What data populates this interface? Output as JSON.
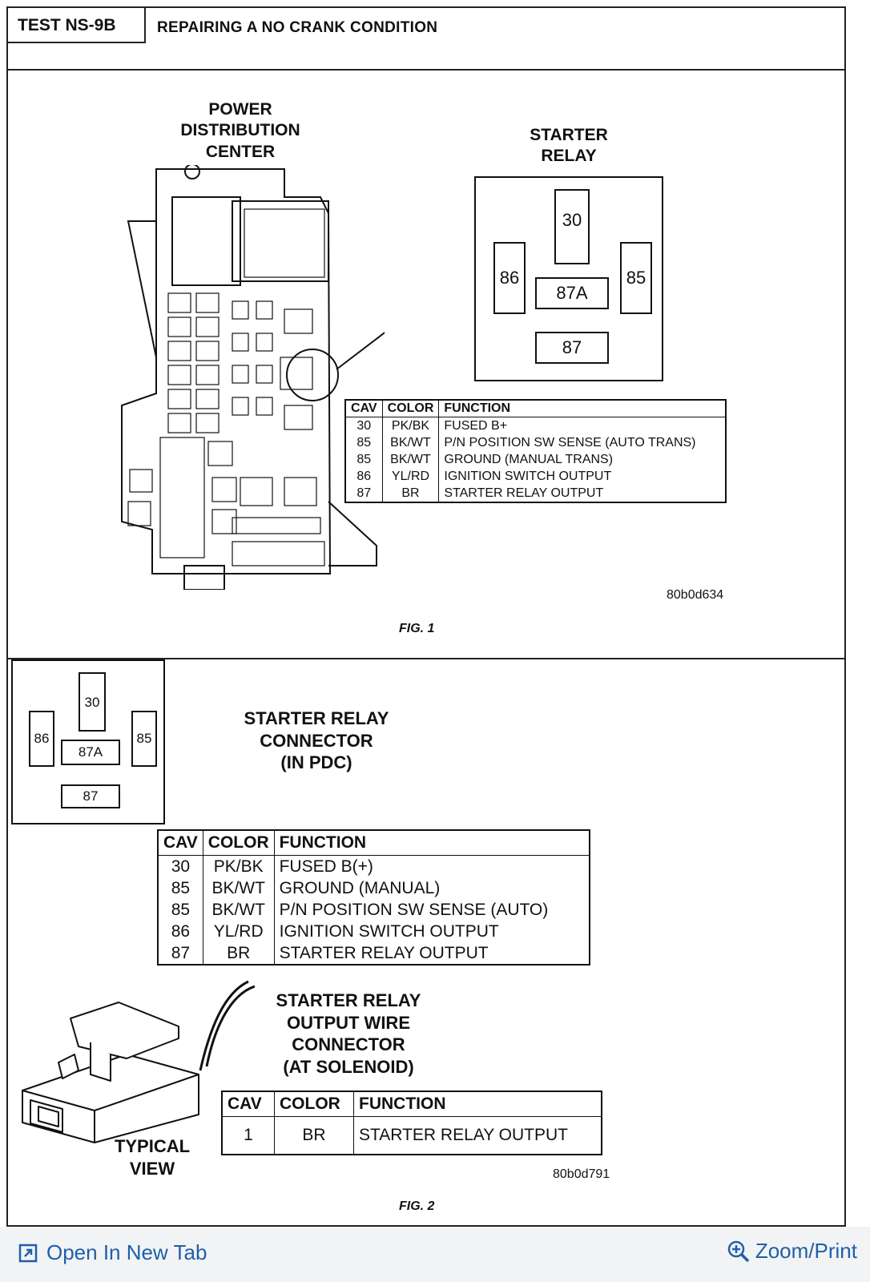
{
  "header": {
    "test_id": "TEST NS-9B",
    "title": "REPAIRING A NO CRANK CONDITION"
  },
  "fig1": {
    "pdc_label_1": "POWER",
    "pdc_label_2": "DISTRIBUTION",
    "pdc_label_3": "CENTER",
    "relay_label_1": "STARTER",
    "relay_label_2": "RELAY",
    "pins": {
      "p30": "30",
      "p86": "86",
      "p85": "85",
      "p87a": "87A",
      "p87": "87"
    },
    "table": {
      "headers": [
        "CAV",
        "COLOR",
        "FUNCTION"
      ],
      "rows": [
        {
          "cav": "30",
          "color": "PK/BK",
          "function": "FUSED B+"
        },
        {
          "cav": "85",
          "color": "BK/WT",
          "function": "P/N POSITION SW SENSE (AUTO TRANS)"
        },
        {
          "cav": "85",
          "color": "BK/WT",
          "function": "GROUND (MANUAL TRANS)"
        },
        {
          "cav": "86",
          "color": "YL/RD",
          "function": "IGNITION SWITCH OUTPUT"
        },
        {
          "cav": "87",
          "color": "BR",
          "function": "STARTER RELAY OUTPUT"
        }
      ]
    },
    "image_code": "80b0d634",
    "caption": "FIG. 1"
  },
  "fig2": {
    "connector_label_1": "STARTER RELAY",
    "connector_label_2": "CONNECTOR",
    "connector_label_3": "(IN PDC)",
    "pins": {
      "p30": "30",
      "p86": "86",
      "p85": "85",
      "p87a": "87A",
      "p87": "87"
    },
    "table": {
      "headers": [
        "CAV",
        "COLOR",
        "FUNCTION"
      ],
      "rows": [
        {
          "cav": "30",
          "color": "PK/BK",
          "function": "FUSED B(+)"
        },
        {
          "cav": "85",
          "color": "BK/WT",
          "function": "GROUND (MANUAL)"
        },
        {
          "cav": "85",
          "color": "BK/WT",
          "function": "P/N POSITION SW SENSE (AUTO)"
        },
        {
          "cav": "86",
          "color": "YL/RD",
          "function": "IGNITION SWITCH OUTPUT"
        },
        {
          "cav": "87",
          "color": "BR",
          "function": "STARTER RELAY OUTPUT"
        }
      ]
    },
    "output_label_1": "STARTER RELAY",
    "output_label_2": "OUTPUT WIRE",
    "output_label_3": "CONNECTOR",
    "output_label_4": "(AT SOLENOID)",
    "typical_1": "TYPICAL",
    "typical_2": "VIEW",
    "output_table": {
      "headers": [
        "CAV",
        "COLOR",
        "FUNCTION"
      ],
      "rows": [
        {
          "cav": "1",
          "color": "BR",
          "function": "STARTER RELAY OUTPUT"
        }
      ]
    },
    "image_code": "80b0d791",
    "caption": "FIG. 2"
  },
  "footer": {
    "open_tab_label": "Open In New Tab",
    "zoom_label": "Zoom/Print",
    "open_tab_icon": "open-external-icon",
    "zoom_icon": "magnifier-plus-icon",
    "link_color": "#1f5fa8"
  }
}
